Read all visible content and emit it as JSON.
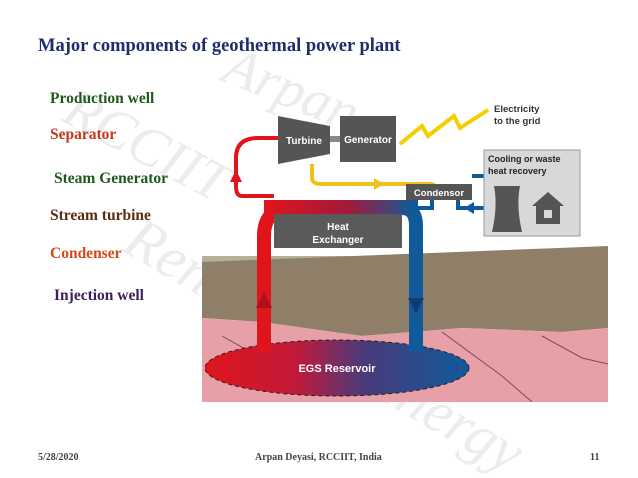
{
  "slide": {
    "title": "Major components of geothermal power plant",
    "components": [
      {
        "label": "Production well",
        "color": "#1e5a1a"
      },
      {
        "label": "Separator",
        "color": "#c0391a"
      },
      {
        "label": "Steam Generator",
        "color": "#1e5a1a"
      },
      {
        "label": "Stream turbine",
        "color": "#5a2d12"
      },
      {
        "label": "Condenser",
        "color": "#d14a1a"
      },
      {
        "label": "Injection well",
        "color": "#3d1f5a"
      }
    ],
    "footer": {
      "date": "5/28/2020",
      "author": "Arpan Deyasi, RCCIIT, India",
      "page": "11"
    },
    "watermark": [
      "Arpan",
      "RCCIIT",
      "Renewable Energy"
    ]
  },
  "diagram": {
    "turbine": "Turbine",
    "generator": "Generator",
    "electricity_line1": "Electricity",
    "electricity_line2": "to the grid",
    "cooling_line1": "Cooling or waste",
    "cooling_line2": "heat recovery",
    "condensor": "Condensor",
    "heat_line1": "Heat",
    "heat_line2": "Exchanger",
    "reservoir": "EGS Reservoir"
  }
}
